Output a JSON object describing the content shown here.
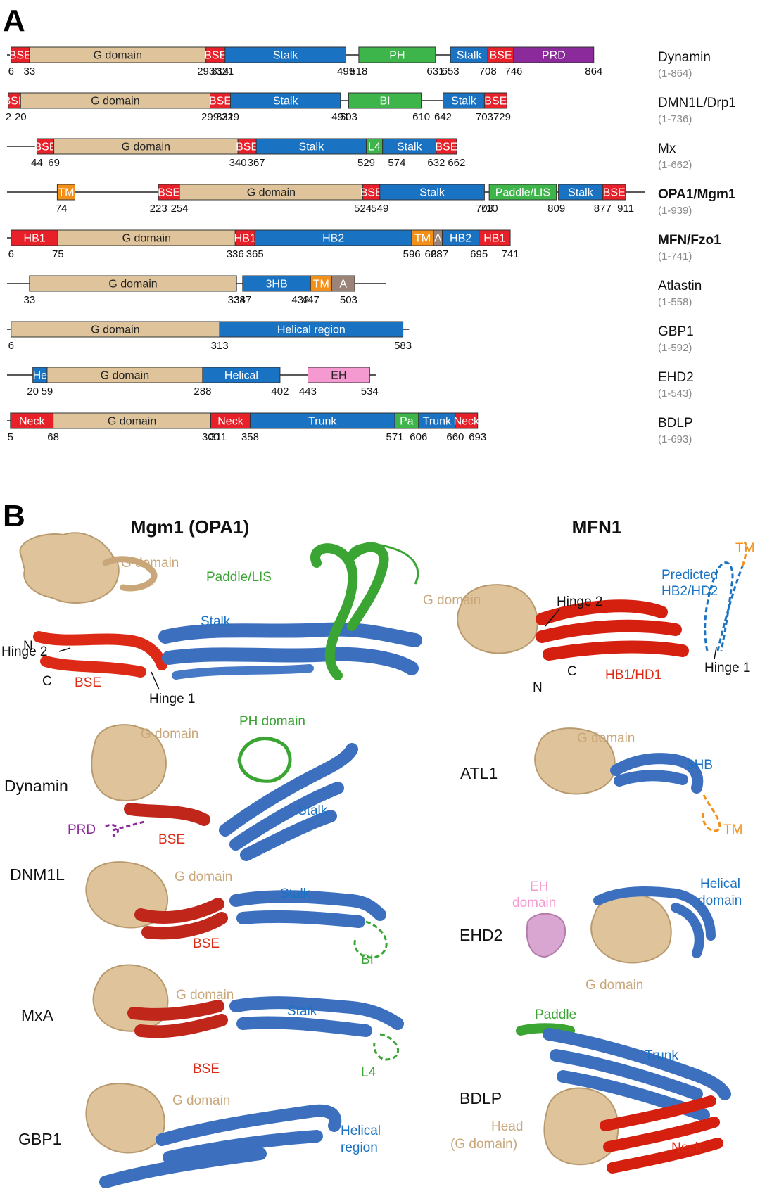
{
  "colors": {
    "BSE": "#e8202a",
    "G": "#dfc49b",
    "Stalk": "#1a72c2",
    "green": "#3db54a",
    "PRD": "#8b2a9a",
    "TM": "#f39019",
    "A": "#9c8377",
    "EH": "#f59ad0",
    "line": "#222222"
  },
  "panel_a": {
    "letter": "A",
    "proteins": [
      {
        "name": "Dynamin",
        "bold": false,
        "range": "(1-864)",
        "line_end": 864,
        "domains": [
          {
            "label": "BSE",
            "type": "BSE",
            "start": 6,
            "end": 33
          },
          {
            "label": "G domain",
            "type": "G",
            "start": 33,
            "end": 293
          },
          {
            "label": "BSE",
            "type": "BSE",
            "start": 293,
            "end": 321
          },
          {
            "label": "Stalk",
            "type": "Stalk",
            "start": 321,
            "end": 499
          },
          {
            "label": "PH",
            "type": "green",
            "start": 518,
            "end": 631
          },
          {
            "label": "Stalk",
            "type": "Stalk",
            "start": 653,
            "end": 708
          },
          {
            "label": "BSE",
            "type": "BSE",
            "start": 708,
            "end": 746
          },
          {
            "label": "PRD",
            "type": "PRD",
            "start": 746,
            "end": 864
          }
        ],
        "numbers": [
          {
            "t": "6",
            "p": 6
          },
          {
            "t": "33",
            "p": 33
          },
          {
            "t": "293",
            "p": 293
          },
          {
            "t": "314",
            "p": 314
          },
          {
            "t": "321",
            "p": 321
          },
          {
            "t": "499",
            "p": 499
          },
          {
            "t": "518",
            "p": 518
          },
          {
            "t": "631",
            "p": 631
          },
          {
            "t": "653",
            "p": 653
          },
          {
            "t": "708",
            "p": 708
          },
          {
            "t": "746",
            "p": 746
          },
          {
            "t": "864",
            "p": 864
          }
        ]
      },
      {
        "name": "DMN1L/Drp1",
        "bold": false,
        "range": "(1-736)",
        "line_end": 736,
        "domains": [
          {
            "label": "BSE",
            "type": "BSE",
            "start": 2,
            "end": 20
          },
          {
            "label": "G domain",
            "type": "G",
            "start": 20,
            "end": 299
          },
          {
            "label": "BSE",
            "type": "BSE",
            "start": 299,
            "end": 329
          },
          {
            "label": "Stalk",
            "type": "Stalk",
            "start": 329,
            "end": 491
          },
          {
            "label": "BI",
            "type": "green",
            "start": 503,
            "end": 610
          },
          {
            "label": "Stalk",
            "type": "Stalk",
            "start": 642,
            "end": 703
          },
          {
            "label": "BSE",
            "type": "BSE",
            "start": 703,
            "end": 736
          }
        ],
        "numbers": [
          {
            "t": "2",
            "p": 2
          },
          {
            "t": "20",
            "p": 20
          },
          {
            "t": "299",
            "p": 299
          },
          {
            "t": "321",
            "p": 321
          },
          {
            "t": "329",
            "p": 329
          },
          {
            "t": "491",
            "p": 491
          },
          {
            "t": "503",
            "p": 503
          },
          {
            "t": "610",
            "p": 610
          },
          {
            "t": "642",
            "p": 642
          },
          {
            "t": "703",
            "p": 703
          },
          {
            "t": "729",
            "p": 729
          }
        ]
      },
      {
        "name": "Mx",
        "bold": false,
        "range": "(1-662)",
        "line_end": 662,
        "domains": [
          {
            "label": "BSE",
            "type": "BSE",
            "start": 44,
            "end": 69
          },
          {
            "label": "G domain",
            "type": "G",
            "start": 69,
            "end": 340
          },
          {
            "label": "BSE",
            "type": "BSE",
            "start": 340,
            "end": 367
          },
          {
            "label": "Stalk",
            "type": "Stalk",
            "start": 367,
            "end": 529
          },
          {
            "label": "L4",
            "type": "green",
            "start": 529,
            "end": 553
          },
          {
            "label": "Stalk",
            "type": "Stalk",
            "start": 553,
            "end": 632
          },
          {
            "label": "BSE",
            "type": "BSE",
            "start": 632,
            "end": 662
          }
        ],
        "numbers": [
          {
            "t": "44",
            "p": 44
          },
          {
            "t": "69",
            "p": 69
          },
          {
            "t": "340",
            "p": 340
          },
          {
            "t": "367",
            "p": 367
          },
          {
            "t": "529",
            "p": 529
          },
          {
            "t": "574",
            "p": 574
          },
          {
            "t": "632",
            "p": 632
          },
          {
            "t": "662",
            "p": 662
          }
        ]
      },
      {
        "name": "OPA1/Mgm1",
        "bold": true,
        "range": "(1-939)",
        "line_end": 939,
        "domains": [
          {
            "label": "TM",
            "type": "TM",
            "start": 74,
            "end": 100
          },
          {
            "label": "BSE",
            "type": "BSE",
            "start": 223,
            "end": 254
          },
          {
            "label": "G domain",
            "type": "G",
            "start": 254,
            "end": 524
          },
          {
            "label": "BSE",
            "type": "BSE",
            "start": 524,
            "end": 549
          },
          {
            "label": "Stalk",
            "type": "Stalk",
            "start": 549,
            "end": 703
          },
          {
            "label": "Paddle/LIS",
            "type": "green",
            "start": 710,
            "end": 809
          },
          {
            "label": "Stalk",
            "type": "Stalk",
            "start": 812,
            "end": 877
          },
          {
            "label": "BSE",
            "type": "BSE",
            "start": 877,
            "end": 911
          }
        ],
        "numbers": [
          {
            "t": "74",
            "p": 80
          },
          {
            "t": "223",
            "p": 223
          },
          {
            "t": "254",
            "p": 254
          },
          {
            "t": "524",
            "p": 524
          },
          {
            "t": "549",
            "p": 549
          },
          {
            "t": "703",
            "p": 703
          },
          {
            "t": "710",
            "p": 710
          },
          {
            "t": "809",
            "p": 809
          },
          {
            "t": "877",
            "p": 877
          },
          {
            "t": "911",
            "p": 911
          }
        ]
      },
      {
        "name": "MFN/Fzo1",
        "bold": true,
        "range": "(1-741)",
        "line_end": 741,
        "domains": [
          {
            "label": "HB1",
            "type": "BSE",
            "start": 6,
            "end": 75
          },
          {
            "label": "G domain",
            "type": "G",
            "start": 75,
            "end": 336
          },
          {
            "label": "HB1",
            "type": "BSE",
            "start": 336,
            "end": 365
          },
          {
            "label": "HB2",
            "type": "Stalk",
            "start": 365,
            "end": 596
          },
          {
            "label": "TM",
            "type": "TM",
            "start": 596,
            "end": 628
          },
          {
            "label": "A",
            "type": "A",
            "start": 628,
            "end": 641
          },
          {
            "label": "HB2",
            "type": "Stalk",
            "start": 641,
            "end": 695
          },
          {
            "label": "HB1",
            "type": "BSE",
            "start": 695,
            "end": 741
          }
        ],
        "numbers": [
          {
            "t": "6",
            "p": 6
          },
          {
            "t": "75",
            "p": 75
          },
          {
            "t": "336",
            "p": 336
          },
          {
            "t": "365",
            "p": 365
          },
          {
            "t": "596",
            "p": 596
          },
          {
            "t": "628",
            "p": 628
          },
          {
            "t": "637",
            "p": 637
          },
          {
            "t": "695",
            "p": 695
          },
          {
            "t": "741",
            "p": 741
          }
        ]
      },
      {
        "name": "Atlastin",
        "bold": false,
        "range": "(1-558)",
        "line_end": 558,
        "domains": [
          {
            "label": "G domain",
            "type": "G",
            "start": 33,
            "end": 338
          },
          {
            "label": "3HB",
            "type": "Stalk",
            "start": 347,
            "end": 447
          },
          {
            "label": "TM",
            "type": "TM",
            "start": 447,
            "end": 478
          },
          {
            "label": "A",
            "type": "A",
            "start": 478,
            "end": 512
          }
        ],
        "numbers": [
          {
            "t": "33",
            "p": 33
          },
          {
            "t": "338",
            "p": 338
          },
          {
            "t": "347",
            "p": 347
          },
          {
            "t": "432",
            "p": 432
          },
          {
            "t": "447",
            "p": 447
          },
          {
            "t": "503",
            "p": 503
          }
        ]
      },
      {
        "name": "GBP1",
        "bold": false,
        "range": "(1-592)",
        "line_end": 592,
        "domains": [
          {
            "label": "G domain",
            "type": "G",
            "start": 6,
            "end": 313
          },
          {
            "label": "Helical region",
            "type": "Stalk",
            "start": 313,
            "end": 583
          }
        ],
        "numbers": [
          {
            "t": "6",
            "p": 6
          },
          {
            "t": "313",
            "p": 313
          },
          {
            "t": "583",
            "p": 583
          }
        ]
      },
      {
        "name": "EHD2",
        "bold": false,
        "range": "(1-543)",
        "line_end": 543,
        "domains": [
          {
            "label": "He",
            "type": "Stalk",
            "start": 38,
            "end": 59
          },
          {
            "label": "G domain",
            "type": "G",
            "start": 59,
            "end": 288
          },
          {
            "label": "Helical",
            "type": "Stalk",
            "start": 288,
            "end": 402
          },
          {
            "label": "EH",
            "type": "EH",
            "start": 443,
            "end": 534
          }
        ],
        "numbers": [
          {
            "t": "20",
            "p": 38
          },
          {
            "t": "59",
            "p": 59
          },
          {
            "t": "288",
            "p": 288
          },
          {
            "t": "402",
            "p": 402
          },
          {
            "t": "443",
            "p": 443
          },
          {
            "t": "534",
            "p": 534
          }
        ]
      },
      {
        "name": "BDLP",
        "bold": false,
        "range": "(1-693)",
        "line_end": 693,
        "domains": [
          {
            "label": "Neck",
            "type": "BSE",
            "start": 5,
            "end": 68
          },
          {
            "label": "G domain",
            "type": "G",
            "start": 68,
            "end": 300
          },
          {
            "label": "Neck",
            "type": "BSE",
            "start": 300,
            "end": 358
          },
          {
            "label": "Trunk",
            "type": "Stalk",
            "start": 358,
            "end": 571
          },
          {
            "label": "Pa",
            "type": "green",
            "start": 571,
            "end": 606
          },
          {
            "label": "Trunk",
            "type": "Stalk",
            "start": 606,
            "end": 660
          },
          {
            "label": "Neck",
            "type": "BSE",
            "start": 660,
            "end": 693
          }
        ],
        "numbers": [
          {
            "t": "5",
            "p": 5
          },
          {
            "t": "68",
            "p": 68
          },
          {
            "t": "300",
            "p": 300
          },
          {
            "t": "311",
            "p": 311
          },
          {
            "t": "358",
            "p": 358
          },
          {
            "t": "571",
            "p": 571
          },
          {
            "t": "606",
            "p": 606
          },
          {
            "t": "660",
            "p": 660
          },
          {
            "t": "693",
            "p": 693
          }
        ]
      }
    ]
  },
  "panel_b": {
    "letter": "B",
    "titles": {
      "mgm1": "Mgm1 (OPA1)",
      "mfn1": "MFN1"
    },
    "names": {
      "dynamin": "Dynamin",
      "dnm1l": "DNM1L",
      "mxa": "MxA",
      "gbp1": "GBP1",
      "atl1": "ATL1",
      "ehd2": "EHD2",
      "bdlp": "BDLP"
    },
    "labels": {
      "mgm1_g": "G domain",
      "mgm1_paddle": "Paddle/LIS",
      "mgm1_stalk": "Stalk",
      "mgm1_n": "N",
      "mgm1_hinge2": "Hinge 2",
      "mgm1_c": "C",
      "mgm1_bse": "BSE",
      "mgm1_hinge1": "Hinge 1",
      "dyn_g": "G domain",
      "dyn_ph": "PH domain",
      "dyn_prd": "PRD",
      "dyn_bse": "BSE",
      "dyn_stalk": "Stalk",
      "dnm_g": "G domain",
      "dnm_stalk": "Stalk",
      "dnm_bse": "BSE",
      "dnm_bi": "BI",
      "mx_g": "G domain",
      "mx_stalk": "Stalk",
      "mx_bse": "BSE",
      "mx_l4": "L4",
      "gbp_g": "G domain",
      "gbp_hel1": "Helical",
      "gbp_hel2": "region",
      "mfn_g": "G domain",
      "mfn_hinge2": "Hinge 2",
      "mfn_tm": "TM",
      "mfn_pred1": "Predicted",
      "mfn_pred2": "HB2/HD2",
      "mfn_c": "C",
      "mfn_n": "N",
      "mfn_hb1": "HB1/HD1",
      "mfn_hinge1": "Hinge 1",
      "atl_g": "G domain",
      "atl_3hb": "3HB",
      "atl_tm": "TM",
      "ehd_eh1": "EH",
      "ehd_eh2": "domain",
      "ehd_hel1": "Helical",
      "ehd_hel2": "domain",
      "ehd_g": "G domain",
      "bdlp_paddle": "Paddle",
      "bdlp_trunk": "Trunk",
      "bdlp_head1": "Head",
      "bdlp_head2": "(G domain)",
      "bdlp_neck": "Neck"
    }
  }
}
